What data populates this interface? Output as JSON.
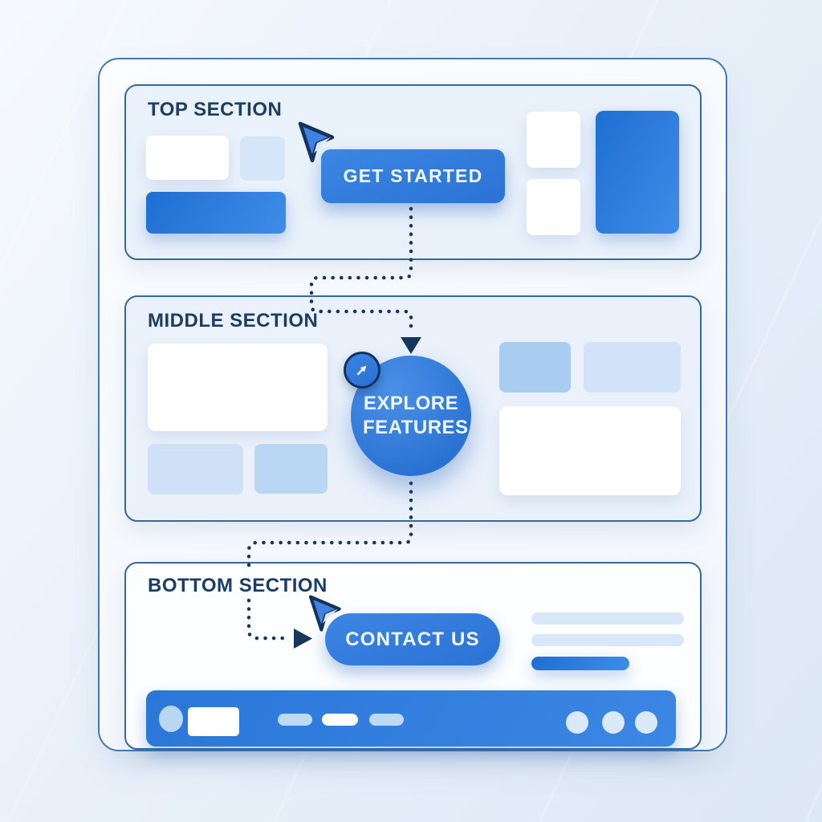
{
  "sections": [
    {
      "label": "TOP SECTION"
    },
    {
      "label": "MIDDLE SECTION"
    },
    {
      "label": "BOTTOM SECTION"
    }
  ],
  "cta": {
    "get_started": "GET STARTED",
    "explore_features": "EXPLORE FEATURES",
    "contact_us": "CONTACT US"
  },
  "icons": {
    "cursor_top": "cursor-pointer-icon",
    "cursor_bottom": "cursor-pointer-icon",
    "badge": "send-arrow-icon"
  },
  "palette": {
    "accent_blue": "#2e7ce0",
    "deep_navy": "#16365c",
    "panel_blue": "#e9f1fb",
    "light_blue_block": "#cfe1f7",
    "medium_blue_block": "#a9cdf1",
    "frame_border": "#33699f",
    "background": "#e6eef8"
  }
}
